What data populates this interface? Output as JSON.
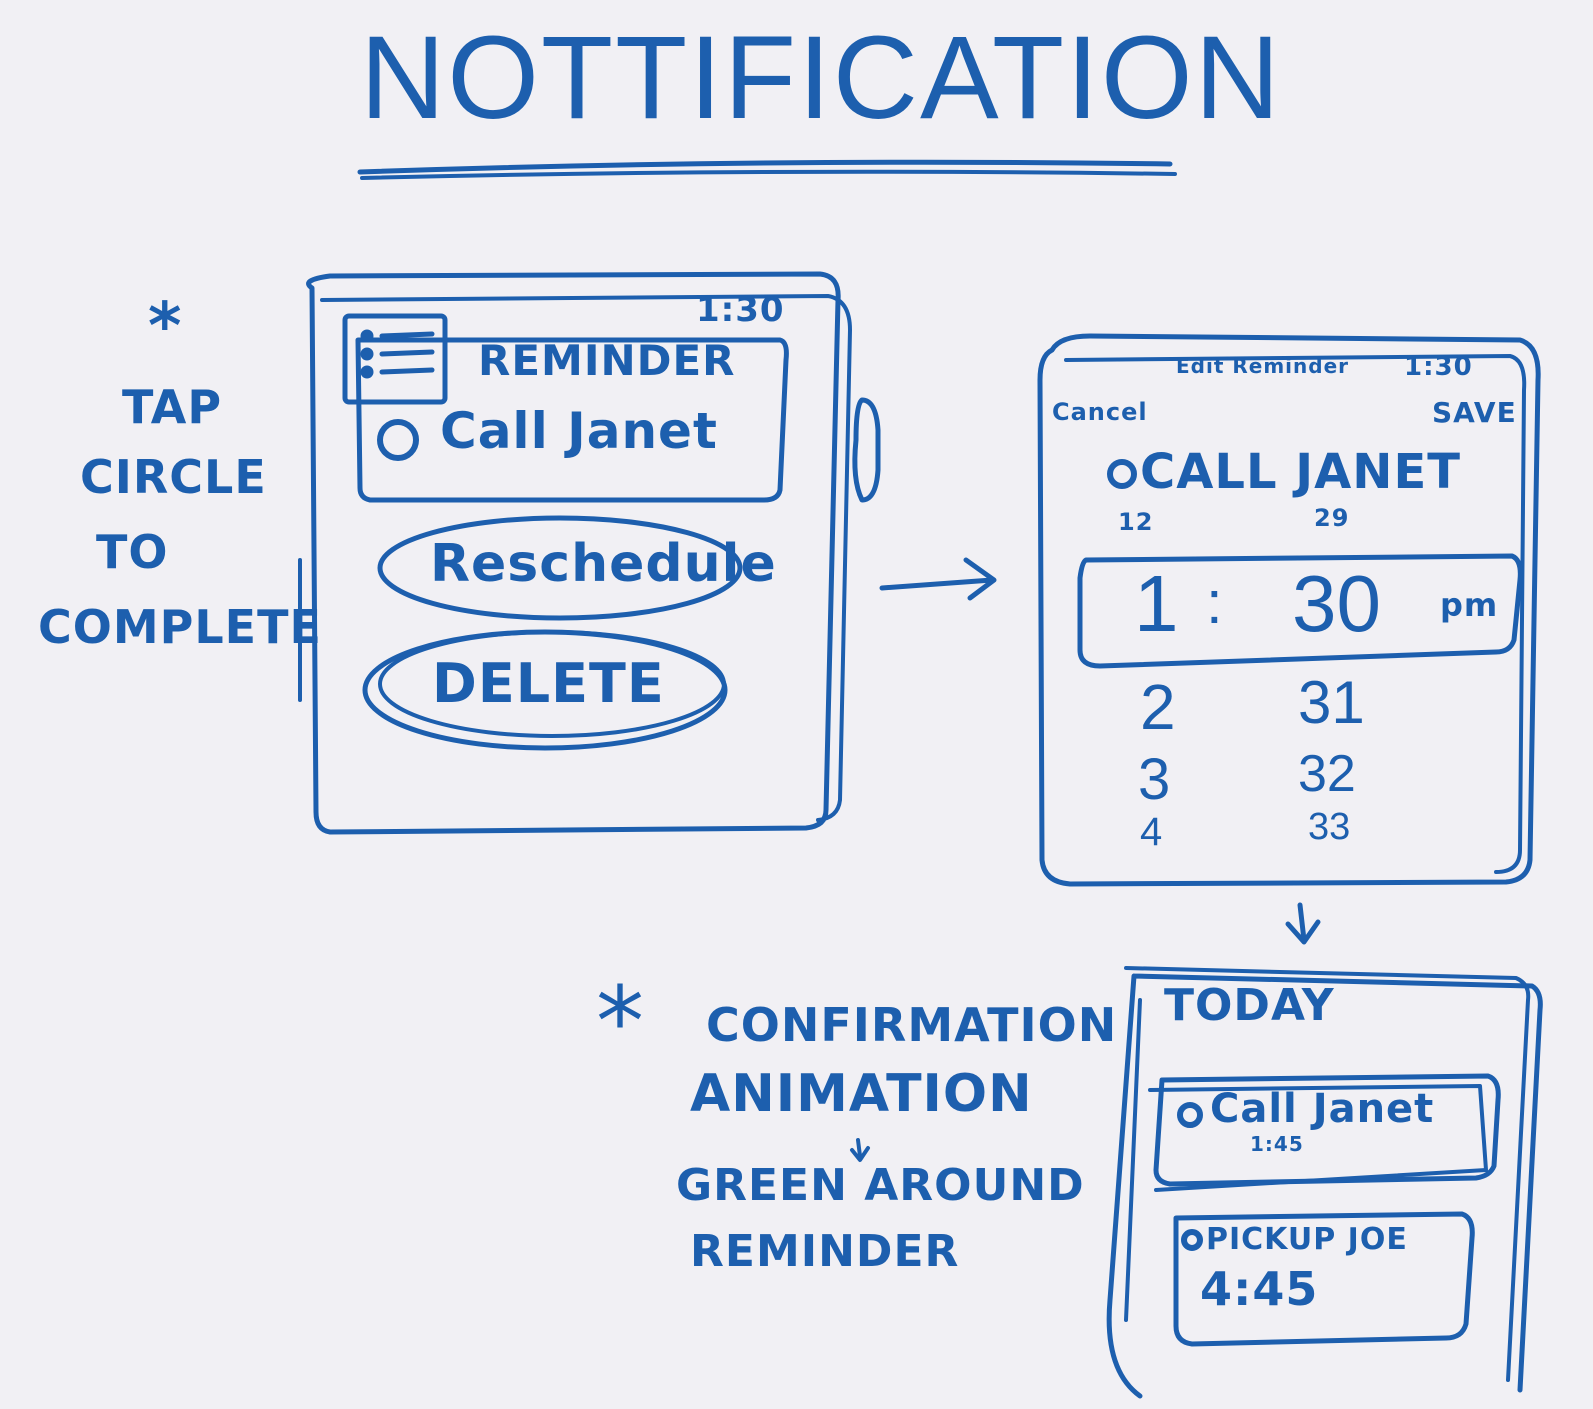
{
  "title": "NOTTIFICATION",
  "left_note": {
    "star": "*",
    "lines": [
      "TAP",
      "CIRCLE",
      "TO",
      "COMPLETE"
    ]
  },
  "watch1": {
    "time": "1:30",
    "header": "REMINDER",
    "item": "Call Janet",
    "buttons": [
      "Reschedule",
      "DELETE"
    ]
  },
  "watch2": {
    "title": "Edit Reminder",
    "time": "1:30",
    "cancel": "Cancel",
    "save": "SAVE",
    "item": "CALL JANET",
    "picker_above": [
      "12",
      "29"
    ],
    "picker_selected": {
      "hour": "1",
      "sep": ":",
      "minute": "30",
      "ampm": "pm"
    },
    "picker_below": [
      [
        "2",
        "31"
      ],
      [
        "3",
        "32"
      ],
      [
        "4",
        "33"
      ]
    ]
  },
  "watch3": {
    "header": "TODAY",
    "items": [
      {
        "label": "Call Janet",
        "time": "1:45"
      },
      {
        "label": "PICKUP JOE",
        "time": "4:45"
      }
    ]
  },
  "bottom_note": {
    "star": "*",
    "lines": [
      "CONFIRMATION",
      "ANIMATION",
      "GREEN AROUND",
      "REMINDER"
    ]
  }
}
